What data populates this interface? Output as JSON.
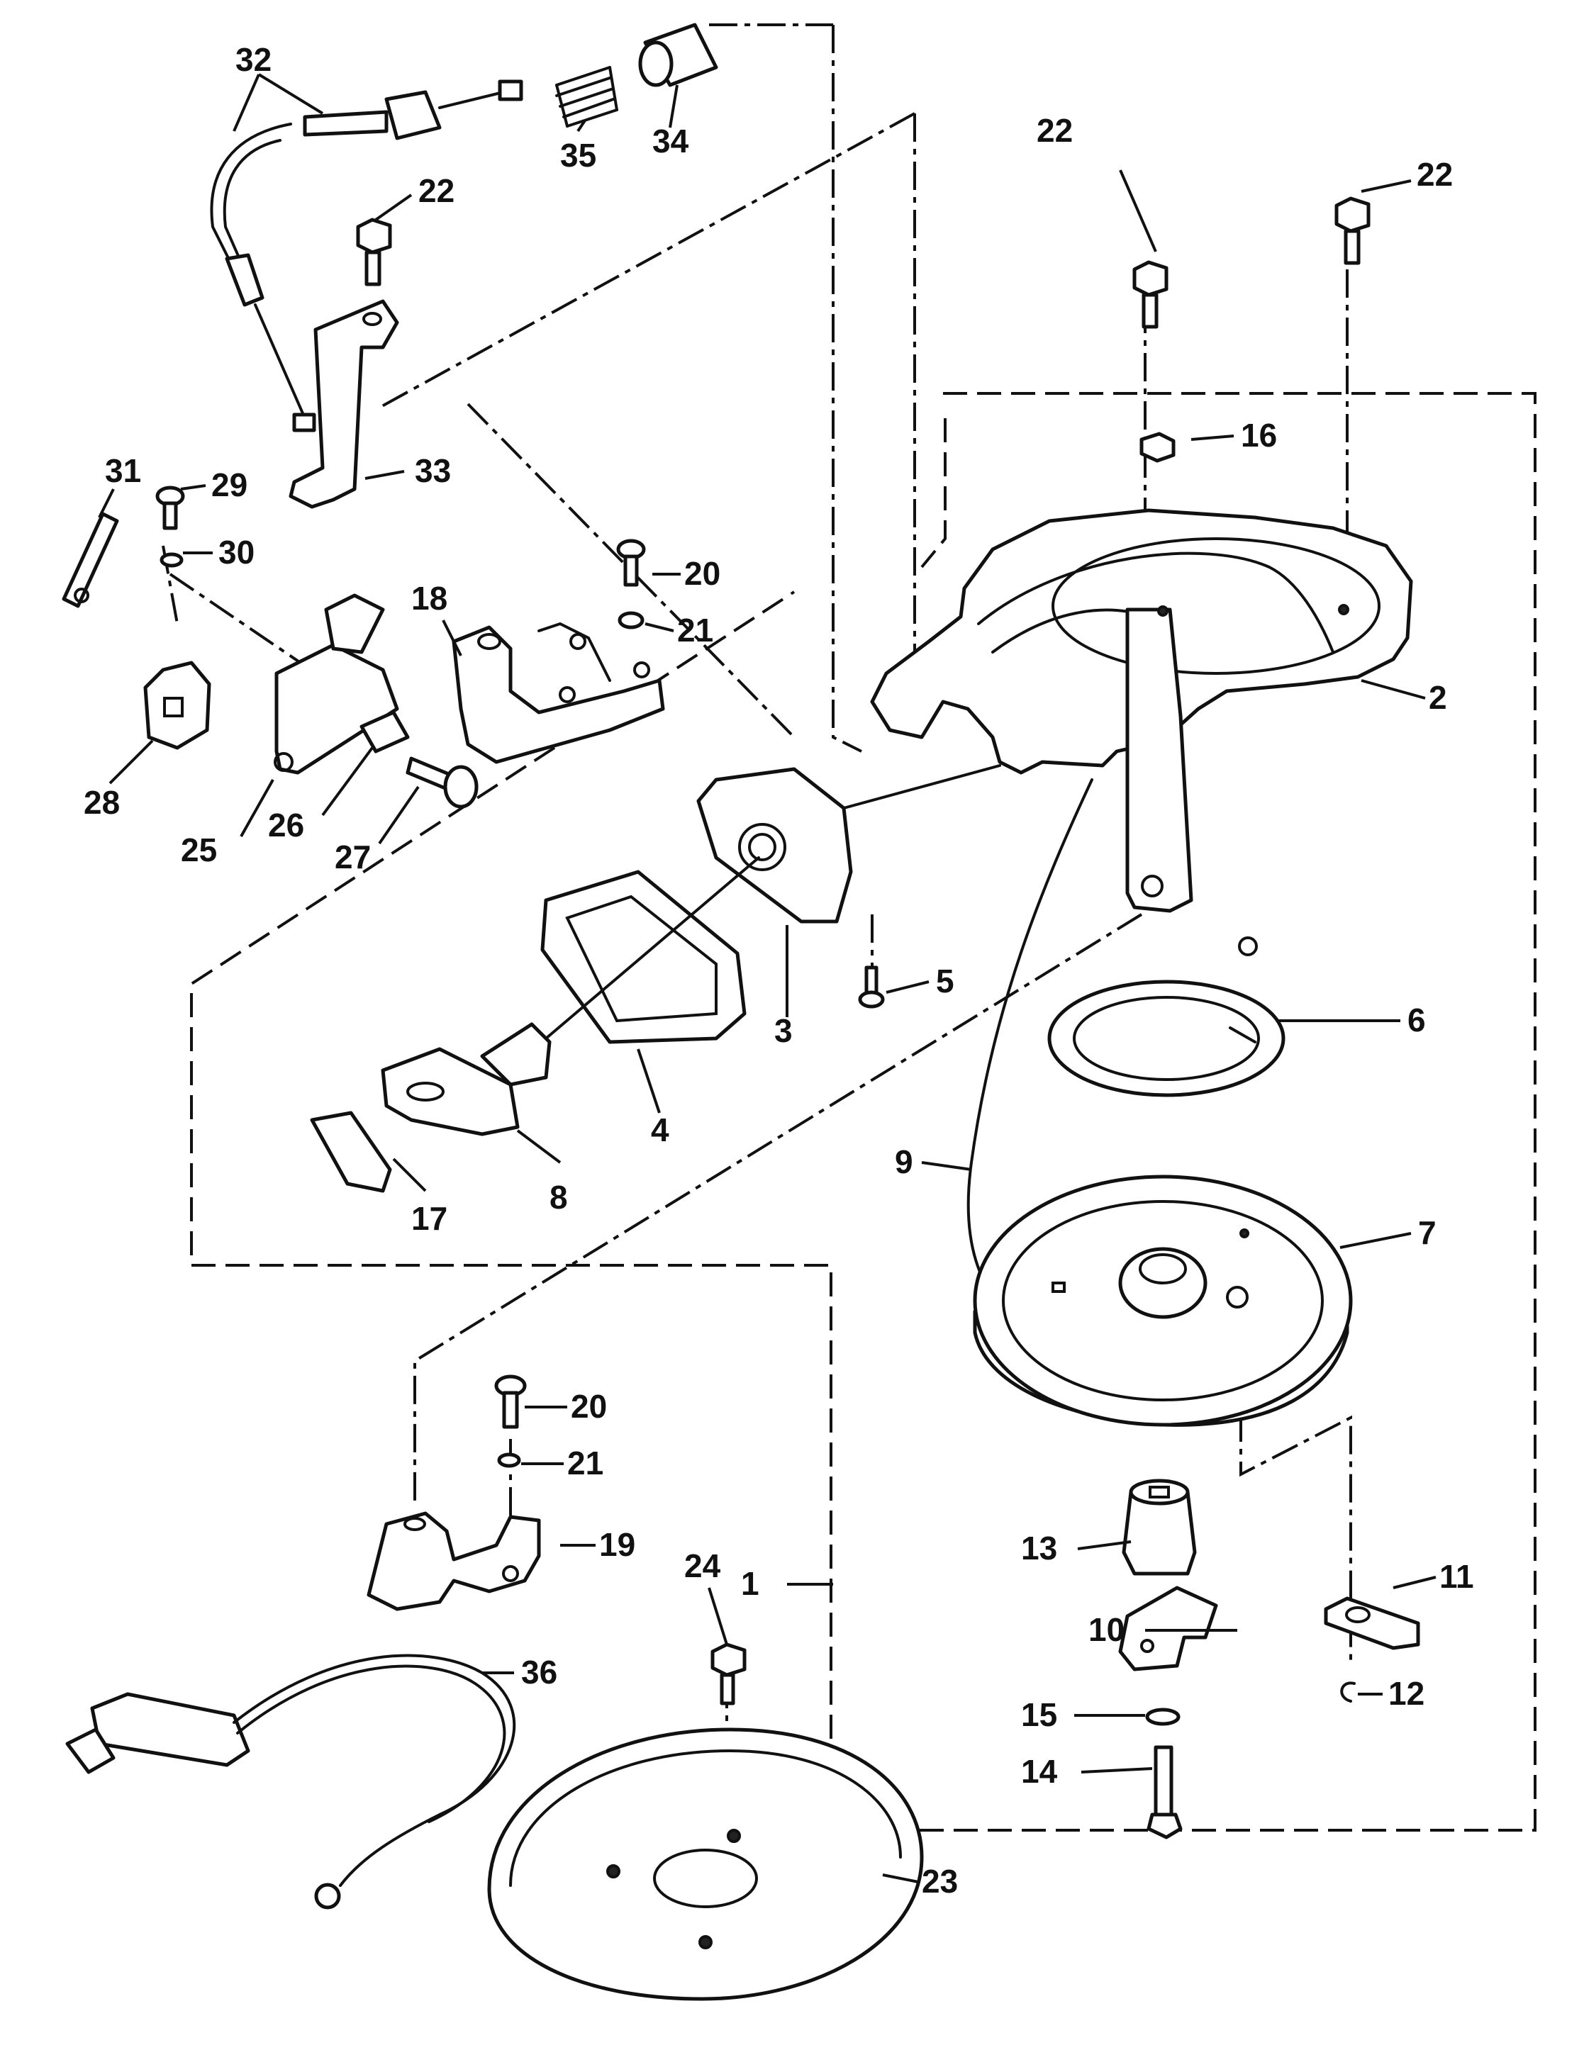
{
  "diagram": {
    "callouts": [
      {
        "id": "c1",
        "label": "1"
      },
      {
        "id": "c2",
        "label": "2"
      },
      {
        "id": "c3",
        "label": "3"
      },
      {
        "id": "c4",
        "label": "4"
      },
      {
        "id": "c5",
        "label": "5"
      },
      {
        "id": "c6",
        "label": "6"
      },
      {
        "id": "c7",
        "label": "7"
      },
      {
        "id": "c8",
        "label": "8"
      },
      {
        "id": "c9",
        "label": "9"
      },
      {
        "id": "c10",
        "label": "10"
      },
      {
        "id": "c11",
        "label": "11"
      },
      {
        "id": "c12",
        "label": "12"
      },
      {
        "id": "c13",
        "label": "13"
      },
      {
        "id": "c14",
        "label": "14"
      },
      {
        "id": "c15",
        "label": "15"
      },
      {
        "id": "c16",
        "label": "16"
      },
      {
        "id": "c17",
        "label": "17"
      },
      {
        "id": "c18",
        "label": "18"
      },
      {
        "id": "c19",
        "label": "19"
      },
      {
        "id": "c20a",
        "label": "20"
      },
      {
        "id": "c20b",
        "label": "20"
      },
      {
        "id": "c21a",
        "label": "21"
      },
      {
        "id": "c21b",
        "label": "21"
      },
      {
        "id": "c22a",
        "label": "22"
      },
      {
        "id": "c22b",
        "label": "22"
      },
      {
        "id": "c22c",
        "label": "22"
      },
      {
        "id": "c23",
        "label": "23"
      },
      {
        "id": "c24",
        "label": "24"
      },
      {
        "id": "c25",
        "label": "25"
      },
      {
        "id": "c26",
        "label": "26"
      },
      {
        "id": "c27",
        "label": "27"
      },
      {
        "id": "c28",
        "label": "28"
      },
      {
        "id": "c29",
        "label": "29"
      },
      {
        "id": "c30",
        "label": "30"
      },
      {
        "id": "c31",
        "label": "31"
      },
      {
        "id": "c32",
        "label": "32"
      },
      {
        "id": "c33",
        "label": "33"
      },
      {
        "id": "c34",
        "label": "34"
      },
      {
        "id": "c35",
        "label": "35"
      },
      {
        "id": "c36",
        "label": "36"
      }
    ]
  }
}
